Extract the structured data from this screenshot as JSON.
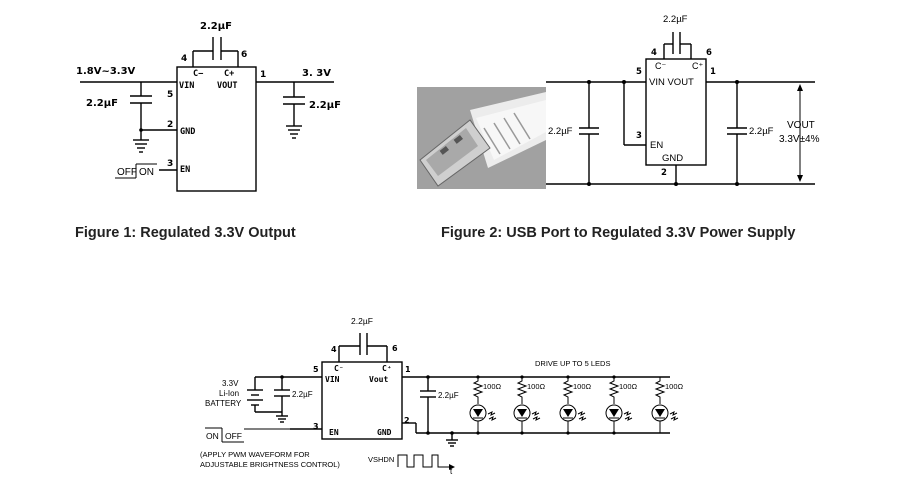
{
  "fig1": {
    "caption": "Figure 1: Regulated 3.3V Output",
    "cap_top": "2.2µF",
    "cap_in": "2.2µF",
    "cap_out": "2.2µF",
    "vin_label": "1.8V~3.3V",
    "vout_label": "3. 3V",
    "pin_cminus": "C−",
    "pin_cplus": "C+",
    "pin_vin": "VIN",
    "pin_vout": "VOUT",
    "pin_gnd": "GND",
    "pin_en": "EN",
    "pin4": "4",
    "pin6": "6",
    "pin1": "1",
    "pin5": "5",
    "pin2": "2",
    "pin3": "3",
    "switch_off": "OFF",
    "switch_on": "ON"
  },
  "fig2": {
    "caption": "Figure 2: USB Port to Regulated 3.3V Power Supply",
    "cap_top": "2.2µF",
    "cap_in": "2.2µF",
    "cap_out": "2.2µF",
    "pin_cminus": "C⁻",
    "pin_cplus": "C⁺",
    "pin_vin_vout": "VIN  VOUT",
    "pin_en": "EN",
    "pin_gnd": "GND",
    "pin4": "4",
    "pin6": "6",
    "pin5": "5",
    "pin1": "1",
    "pin3": "3",
    "pin2": "2",
    "vout_label": "VOUT",
    "vout_value": "3.3V±4%"
  },
  "fig3": {
    "cap_top": "2.2µF",
    "cap_in": "2.2µF",
    "cap_out": "2.2µF",
    "battery_line1": "3.3V",
    "battery_line2": "Li-Ion",
    "battery_line3": "BATTERY",
    "pin_cminus": "C⁻",
    "pin_cplus": "C⁺",
    "pin_vin": "VIN",
    "pin_vout": "Vout",
    "pin_en": "EN",
    "pin_gnd": "GND",
    "pin4": "4",
    "pin6": "6",
    "pin5": "5",
    "pin1": "1",
    "pin3": "3",
    "pin2": "2",
    "switch_on": "ON",
    "switch_off": "OFF",
    "pwm_note_line1": "(APPLY PWM WAVEFORM FOR",
    "pwm_note_line2": "ADJUSTABLE BRIGHTNESS CONTROL)",
    "vshdn": "VSHDN",
    "t_label": "t",
    "leds_title": "DRIVE UP TO 5 LEDS",
    "resistors": [
      "100Ω",
      "100Ω",
      "100Ω",
      "100Ω",
      "100Ω"
    ]
  }
}
